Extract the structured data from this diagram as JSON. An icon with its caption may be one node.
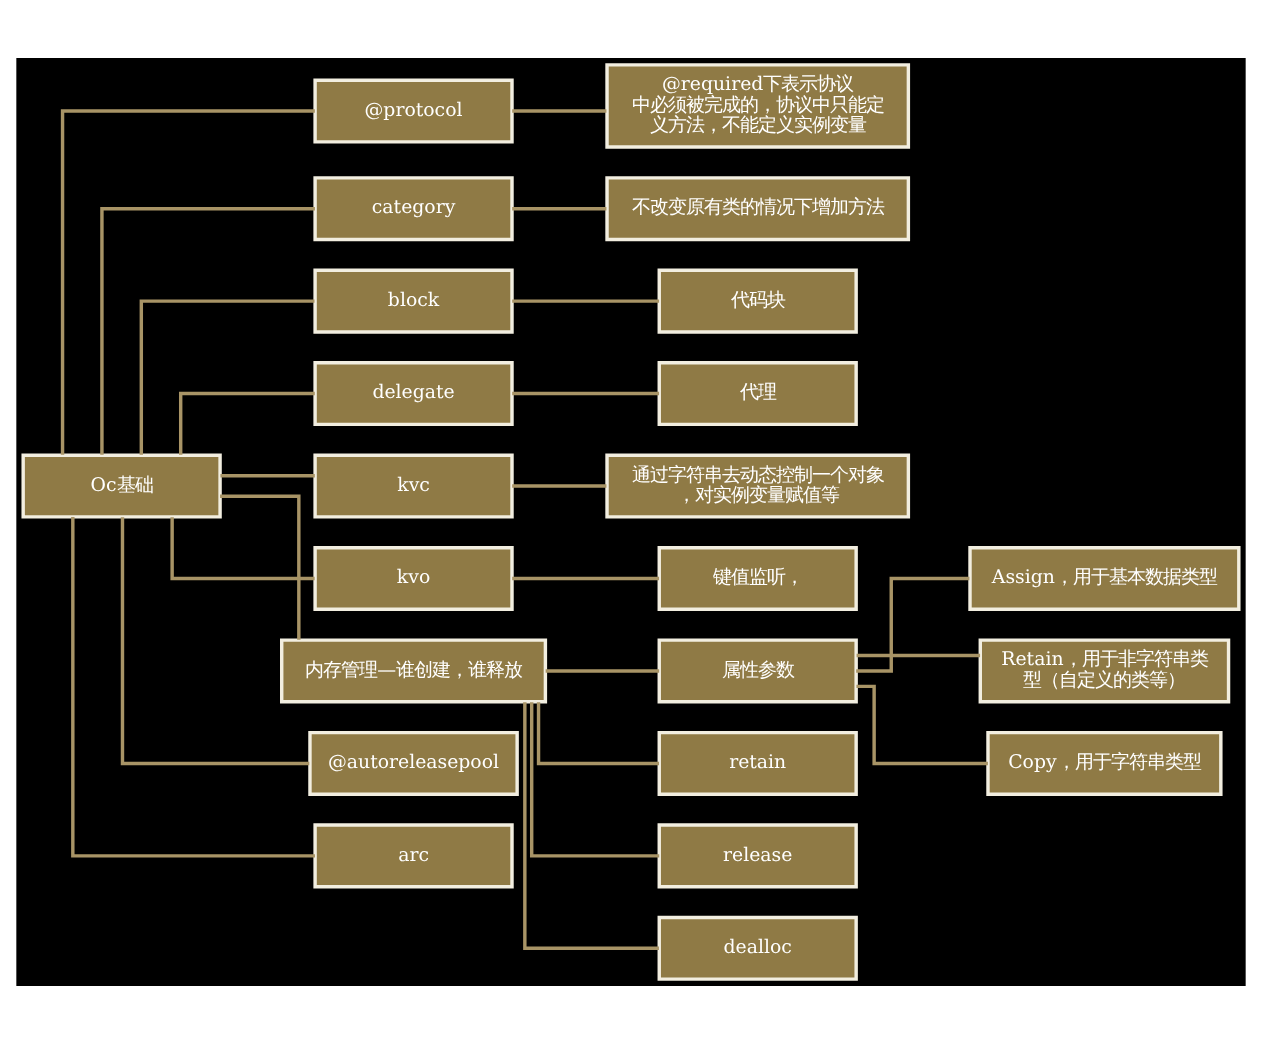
{
  "diagram": {
    "nodes": [
      {
        "text": [
          "Oc基础"
        ]
      },
      {
        "text": [
          "@protocol"
        ]
      },
      {
        "text": [
          "@required下表示协议中必须被完成的，协议中只能定义方法，不能定义实例变量"
        ]
      },
      {
        "text": [
          "category"
        ]
      },
      {
        "text": [
          "不改变原有类的情况下增加方法"
        ]
      },
      {
        "text": [
          "block"
        ]
      },
      {
        "text": [
          "代码块"
        ]
      },
      {
        "text": [
          "delegate"
        ]
      },
      {
        "text": [
          "代理"
        ]
      },
      {
        "text": [
          "kvc"
        ]
      },
      {
        "text": [
          "通过字符串去动态控制一个对象，对实例变量赋值等"
        ]
      },
      {
        "text": [
          "kvo"
        ]
      },
      {
        "text": [
          "键值监听，"
        ]
      },
      {
        "text": [
          "内存管理—谁创建，谁释放"
        ]
      },
      {
        "text": [
          "属性参数"
        ]
      },
      {
        "text": [
          "Assign，用于基本数据类型"
        ]
      },
      {
        "text": [
          "Retain，用于非字符串类型（自定义的类等）"
        ]
      },
      {
        "text": [
          "Copy，用于字符串类型"
        ]
      },
      {
        "text": [
          "retain"
        ]
      },
      {
        "text": [
          "release"
        ]
      },
      {
        "text": [
          "dealloc"
        ]
      },
      {
        "text": [
          "@autoreleasepool"
        ]
      },
      {
        "text": [
          "arc"
        ]
      }
    ],
    "edges": [
      {
        "from": 0,
        "to": 1,
        "arrow": "none"
      },
      {
        "from": 1,
        "to": 2,
        "arrow": "none"
      },
      {
        "from": 0,
        "to": 3,
        "arrow": "none"
      },
      {
        "from": 3,
        "to": 4,
        "arrow": "none"
      },
      {
        "from": 0,
        "to": 5,
        "arrow": "none"
      },
      {
        "from": 5,
        "to": 6,
        "arrow": "none"
      },
      {
        "from": 0,
        "to": 7,
        "arrow": "none"
      },
      {
        "from": 7,
        "to": 8,
        "arrow": "none"
      },
      {
        "from": 0,
        "to": 9,
        "arrow": "none"
      },
      {
        "from": 9,
        "to": 10,
        "arrow": "none"
      },
      {
        "from": 0,
        "to": 11,
        "arrow": "none"
      },
      {
        "from": 11,
        "to": 12,
        "arrow": "none"
      },
      {
        "from": 0,
        "to": 13,
        "arrow": "none"
      },
      {
        "from": 13,
        "to": 14,
        "arrow": "none"
      },
      {
        "from": 14,
        "to": 15,
        "arrow": "none"
      },
      {
        "from": 14,
        "to": 16,
        "arrow": "none"
      },
      {
        "from": 14,
        "to": 17,
        "arrow": "none"
      },
      {
        "from": 13,
        "to": 18,
        "arrow": "none"
      },
      {
        "from": 13,
        "to": 19,
        "arrow": "none"
      },
      {
        "from": 13,
        "to": 20,
        "arrow": "none"
      },
      {
        "from": 0,
        "to": 21,
        "arrow": "none"
      },
      {
        "from": 0,
        "to": 22,
        "arrow": "none"
      }
    ]
  }
}
